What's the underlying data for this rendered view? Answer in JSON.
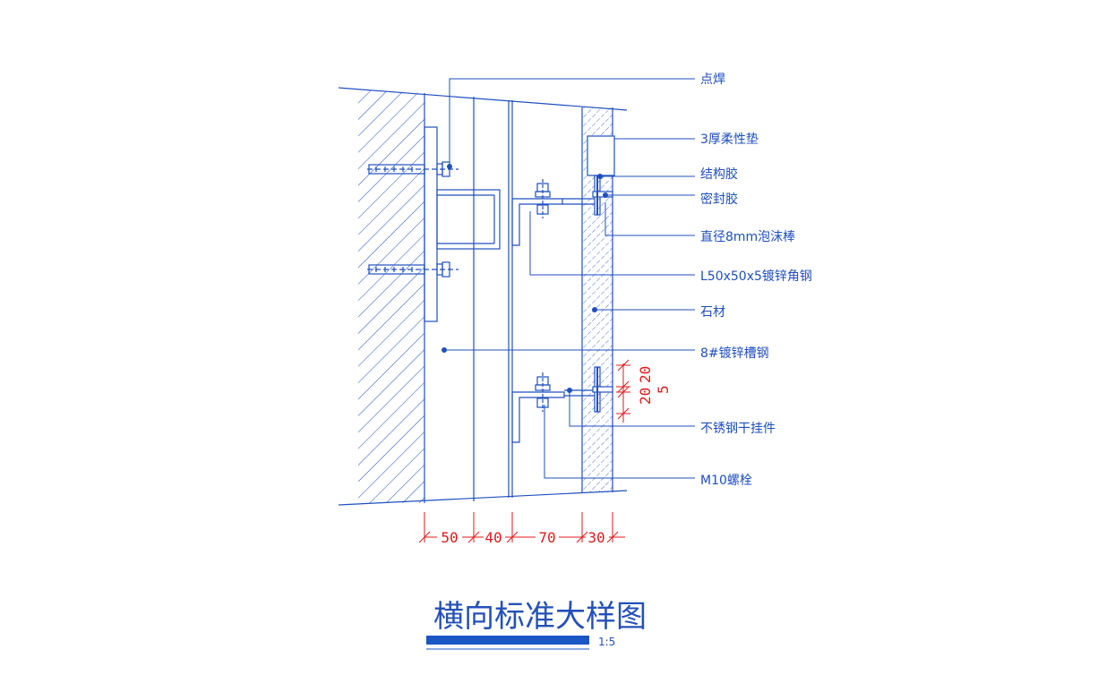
{
  "colors": {
    "line": "#1f4fbf",
    "dimension": "#e0191b",
    "title": "#2450b8",
    "bar": "#1a56c4",
    "background": "#ffffff"
  },
  "callouts": {
    "spot_weld": "点焊",
    "flexible_pad": "3厚柔性垫",
    "structural_adhesive": "结构胶",
    "sealant": "密封胶",
    "foam_rod": "直径8mm泡沫棒",
    "angle_steel": "L50x50x5镀锌角钢",
    "stone": "石材",
    "channel_steel": "8#镀锌槽钢",
    "stainless_hanger": "不锈钢干挂件",
    "bolt": "M10螺栓"
  },
  "dimensions": {
    "bottom": [
      "50",
      "40",
      "70",
      "30"
    ],
    "vertical_a": "20",
    "vertical_b": "20",
    "vertical_c": "5"
  },
  "title": {
    "text": "横向标准大样图",
    "scale": "1:5"
  }
}
